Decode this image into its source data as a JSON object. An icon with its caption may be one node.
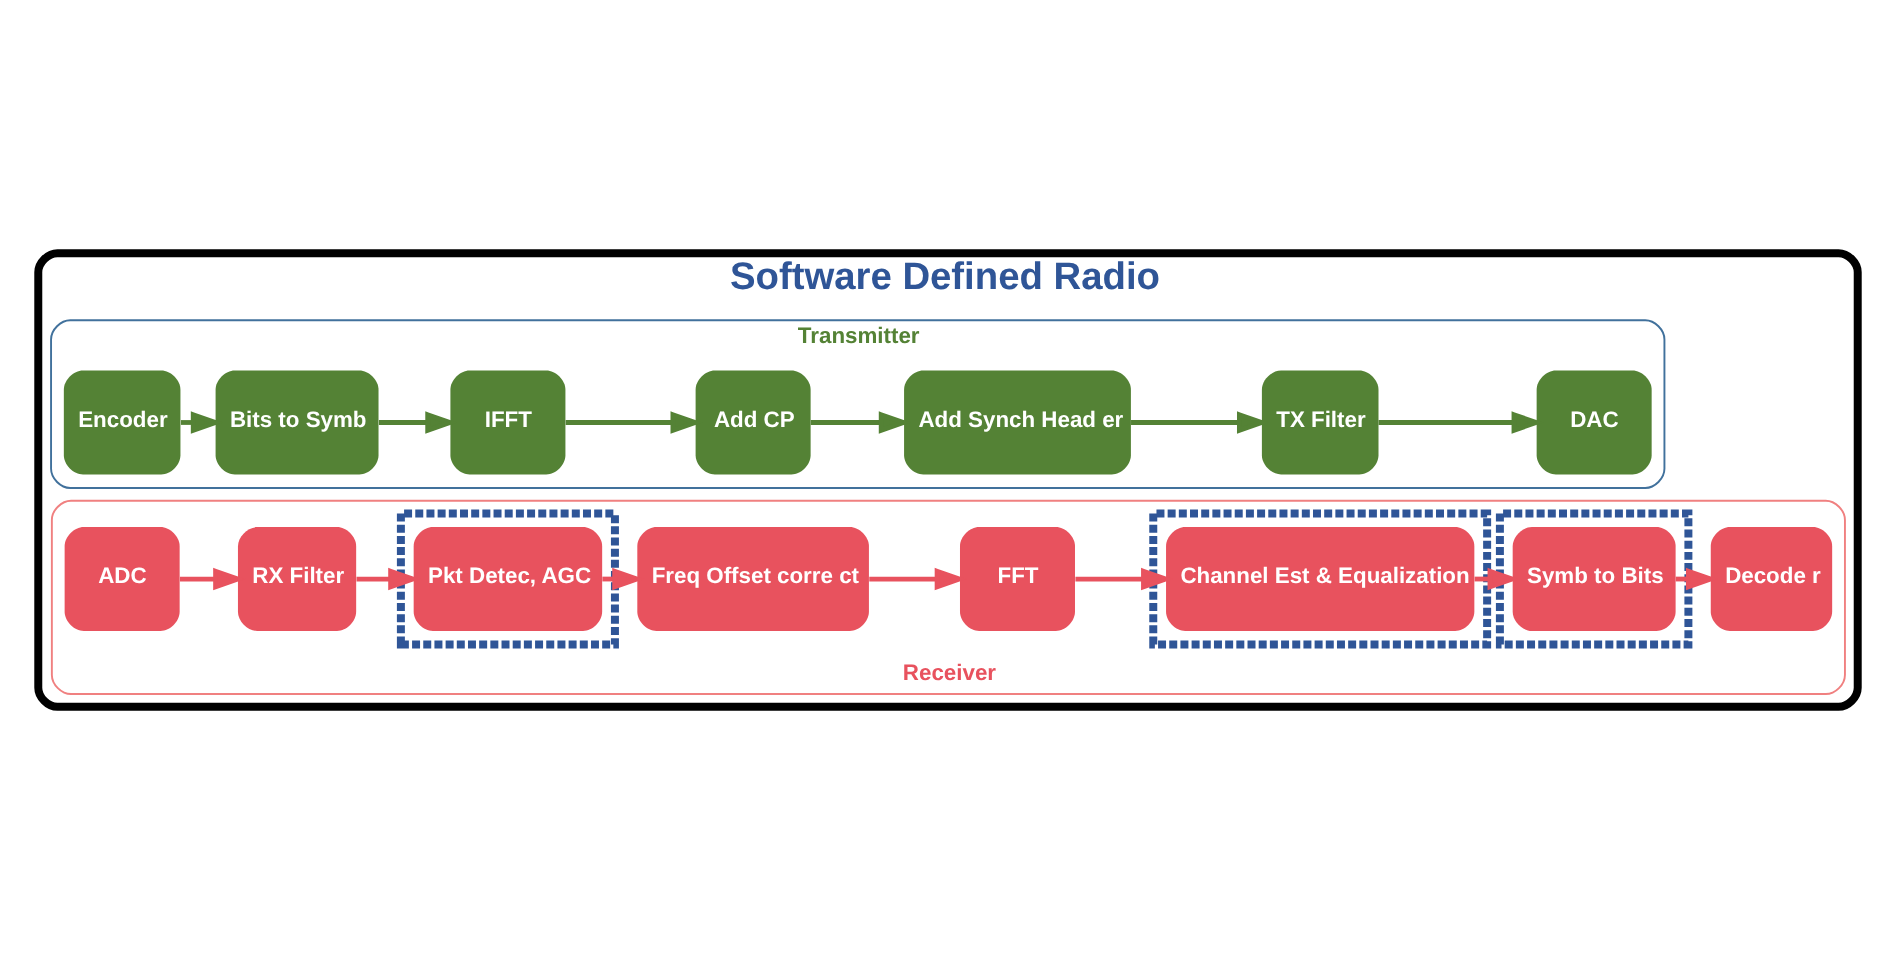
{
  "diagram": {
    "nodes": [
      {
        "text": [
          "Software Defined Radio"
        ]
      },
      {
        "text": [
          "Transmitter"
        ],
        "in": 0
      },
      {
        "text": [
          "Encoder"
        ],
        "in": 1
      },
      {
        "text": [
          "Bits to Symb"
        ],
        "in": 1
      },
      {
        "text": [
          "IFFT"
        ],
        "in": 1
      },
      {
        "text": [
          "Add CP"
        ],
        "in": 1
      },
      {
        "text": [
          "Add Synch Head er"
        ],
        "in": 1
      },
      {
        "text": [
          "TX Filter"
        ],
        "in": 1
      },
      {
        "text": [
          "DAC"
        ],
        "in": 1
      },
      {
        "text": [
          "Receiver"
        ],
        "in": 0
      },
      {
        "text": [
          "Decode r"
        ],
        "in": 9
      },
      {
        "text": [],
        "shape": "box",
        "in": 9
      },
      {
        "text": [
          "Symb to Bits"
        ],
        "in": 11
      },
      {
        "text": [],
        "shape": "box",
        "in": 9
      },
      {
        "text": [
          "Channel Est & Equalization"
        ],
        "in": 13
      },
      {
        "text": [
          "FFT"
        ],
        "in": 9
      },
      {
        "text": [
          "Freq Offset corre ct"
        ],
        "in": 9
      },
      {
        "text": [],
        "shape": "box",
        "in": 9
      },
      {
        "text": [
          "Pkt Detec, AGC"
        ],
        "in": 17
      },
      {
        "text": [
          "RX Filter"
        ],
        "in": 9
      },
      {
        "text": [
          "ADC"
        ],
        "in": 9
      }
    ],
    "edges": [
      {
        "from": 2,
        "to": 3,
        "arrow": "to",
        "color": "#548235"
      },
      {
        "from": 3,
        "to": 4,
        "arrow": "to",
        "color": "#548235"
      },
      {
        "from": 4,
        "to": 5,
        "arrow": "to",
        "color": "#548235"
      },
      {
        "from": 5,
        "to": 6,
        "arrow": "to",
        "color": "#548235"
      },
      {
        "from": 6,
        "to": 7,
        "arrow": "to",
        "color": "#548235"
      },
      {
        "from": 7,
        "to": 8,
        "arrow": "to",
        "color": "#548235"
      },
      {
        "from": 20,
        "to": 19,
        "arrow": "to"
      },
      {
        "from": 19,
        "to": 18,
        "arrow": "to"
      },
      {
        "from": 18,
        "to": 16,
        "arrow": "to"
      },
      {
        "from": 16,
        "to": 15,
        "arrow": "to"
      },
      {
        "from": 15,
        "to": 14,
        "arrow": "to"
      },
      {
        "from": 14,
        "to": 12,
        "arrow": "to"
      },
      {
        "from": 12,
        "to": 10,
        "arrow": "to"
      }
    ]
  }
}
